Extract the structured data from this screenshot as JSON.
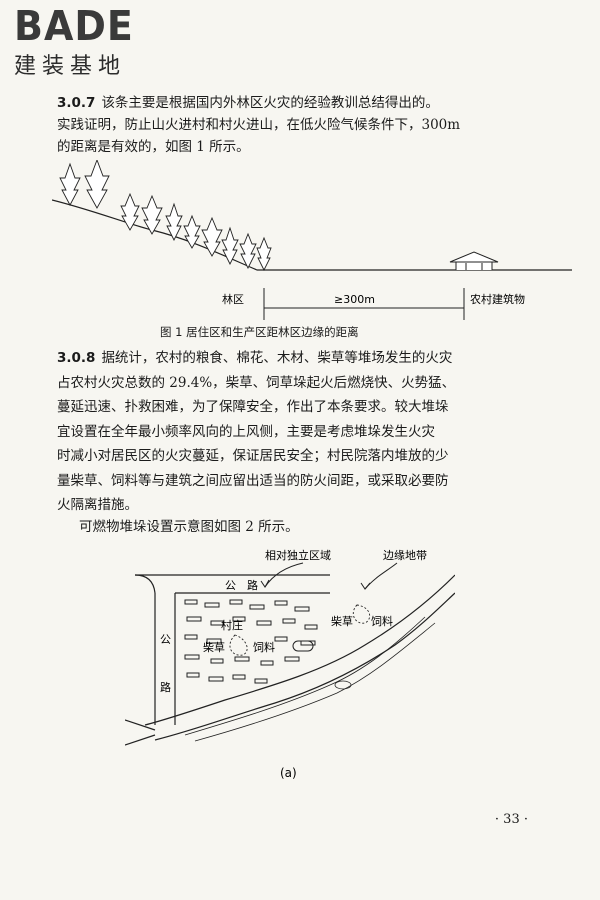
{
  "logo": {
    "word": "BADE",
    "sub": "建装基地"
  },
  "sec307": {
    "num": "3.0.7",
    "lines": [
      "该条主要是根据国内外林区火灾的经验教训总结得出的。",
      "实践证明，防止山火进村和村火进山，在低火险气候条件下，300m",
      "的距离是有效的，如图 1 所示。"
    ]
  },
  "fig1": {
    "left_label": "林区",
    "distance_label": "≥300m",
    "right_label": "农村建筑物",
    "caption": "图 1   居住区和生产区距林区边缘的距离"
  },
  "sec308": {
    "num": "3.0.8",
    "lines": [
      "据统计，农村的粮食、棉花、木材、柴草等堆场发生的火灾",
      "占农村火灾总数的 29.4%，柴草、饲草垛起火后燃烧快、火势猛、",
      "蔓延迅速、扑救困难，为了保障安全，作出了本条要求。较大堆垛",
      "宜设置在全年最小频率风向的上风侧，主要是考虑堆垛发生火灾",
      "时减小对居民区的火灾蔓延，保证居民安全；村民院落内堆放的少",
      "量柴草、饲料等与建筑之间应留出适当的防火间距，或采取必要防",
      "火隔离措施。"
    ]
  },
  "fig2_intro": "可燃物堆垛设置示意图如图 2 所示。",
  "fig2": {
    "label_independent": "相对独立区域",
    "label_edge": "边缘地带",
    "road_top": "公　路",
    "road_left_1": "公",
    "road_left_2": "路",
    "village": "村庄",
    "straw_left": "柴草",
    "fodder_left": "饲料",
    "straw_right": "柴草",
    "fodder_right": "饲料",
    "sub": "(a)"
  },
  "page_number": "· 33 ·"
}
